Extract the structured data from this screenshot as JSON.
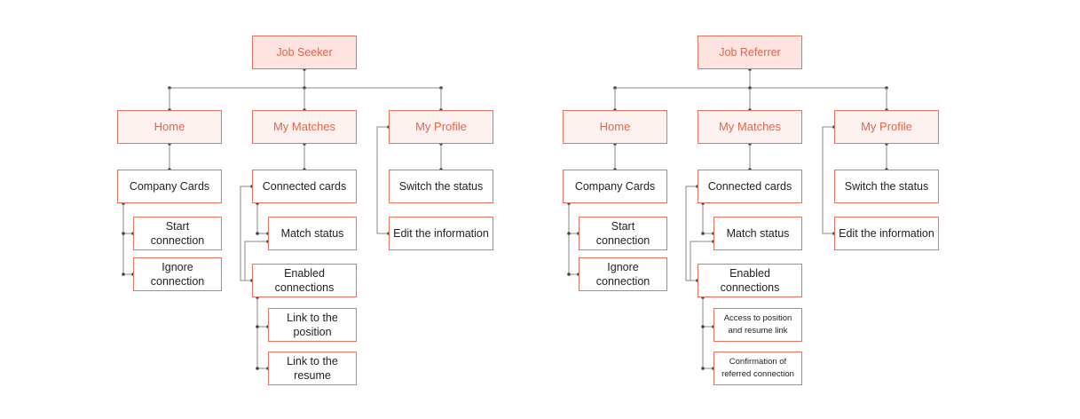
{
  "seeker": {
    "root": "Job Seeker",
    "home": "Home",
    "matches": "My Matches",
    "profile": "My Profile",
    "company_cards": "Company Cards",
    "start_connection": "Start connection",
    "ignore_connection": "Ignore connection",
    "connected_cards": "Connected cards",
    "match_status": "Match status",
    "enabled_connections": "Enabled connections",
    "link_position": "Link to the position",
    "link_resume": "Link to the resume",
    "switch_status": "Switch the status",
    "edit_info": "Edit the information"
  },
  "referrer": {
    "root": "Job Referrer",
    "home": "Home",
    "matches": "My Matches",
    "profile": "My Profile",
    "company_cards": "Company Cards",
    "start_connection": "Start connection",
    "ignore_connection": "Ignore connection",
    "connected_cards": "Connected cards",
    "match_status": "Match status",
    "enabled_connections": "Enabled connections",
    "access_link": "Access to position and resume link",
    "confirmation": "Confirmation of referred connection",
    "switch_status": "Switch the status",
    "edit_info": "Edit the information"
  },
  "colors": {
    "accent": "#e0664d",
    "border": "#e8715a",
    "root_fill": "#fde4e1",
    "tab_fill": "#fef2f0",
    "connector": "#8a8a8a"
  }
}
